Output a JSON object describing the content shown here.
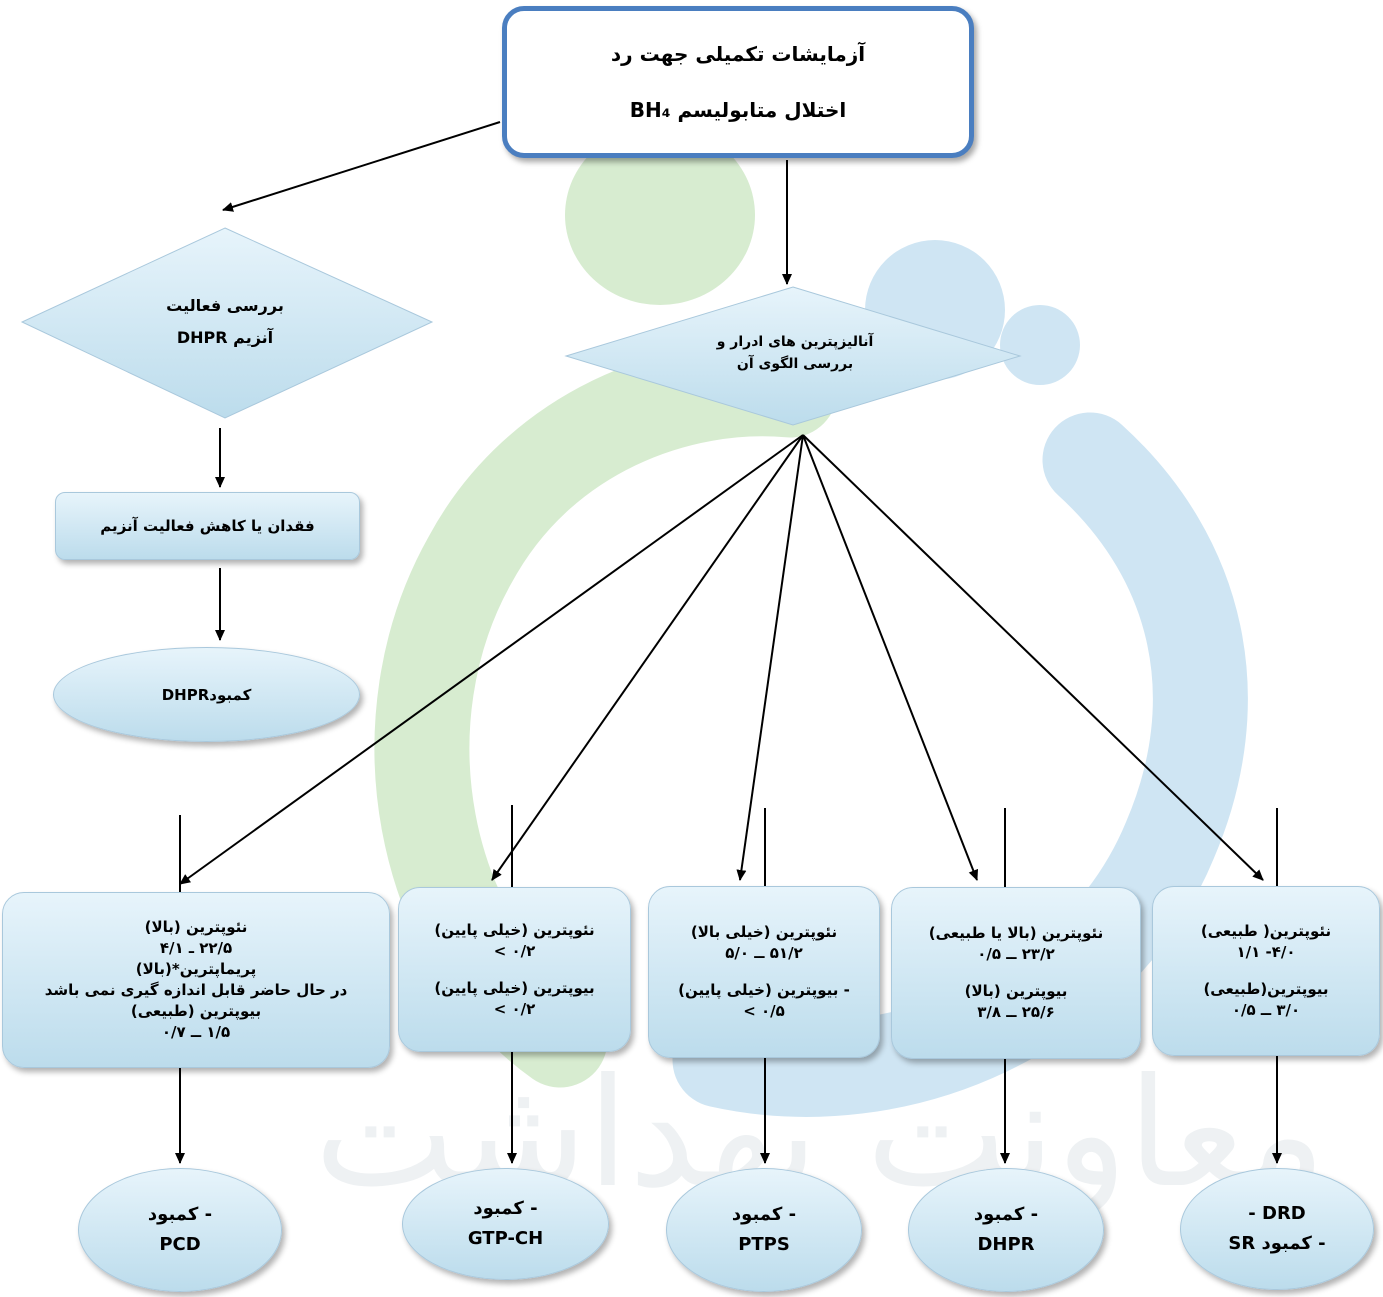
{
  "title": {
    "line1": "آزمایشات تکمیلی جهت رد",
    "line2": "اختلال متابولیسم BH₄"
  },
  "left_branch": {
    "diamond_line1": "بررسی فعالیت",
    "diamond_line2": "آنزیم DHPR",
    "result": "فقدان یا کاهش فعالیت آنزیم",
    "outcome": "کمبودDHPR"
  },
  "center_diamond": {
    "line1": "آنالیزپترین های ادرار و",
    "line2": "بررسی الگوی آن"
  },
  "boxes": [
    {
      "lines": [
        "نئوپترین (بالا)",
        "۲۲/۵ ـ ۴/۱",
        "پریماپترین*(بالا)",
        "در حال حاضر قابل اندازه گیری نمی باشد",
        "بیوپترین (طبیعی)",
        "۱/۵ ــ ۰/۷"
      ]
    },
    {
      "lines": [
        "نئوپترین (خیلی پایین)",
        "۰/۲ >",
        "",
        "بیوپترین (خیلی پایین)",
        "۰/۲ >"
      ]
    },
    {
      "lines": [
        "نئوپترین (خیلی بالا)",
        "۵۱/۲ ــ ۵/۰",
        "",
        "- بیوپترین (خیلی پایین)",
        "۰/۵ >"
      ]
    },
    {
      "lines": [
        "نئوپترین (بالا یا طبیعی)",
        "۲۳/۲ ــ ۰/۵",
        "",
        "بیوپترین (بالا)",
        "۲۵/۶ ــ ۳/۸"
      ]
    },
    {
      "lines": [
        "نئوپترین( طبیعی)",
        "۴/۰- ۱/۱",
        "",
        "بیوپترین(طبیعی)",
        "۳/۰ ــ ۰/۵"
      ]
    }
  ],
  "outcomes": [
    {
      "line1": "- کمبود",
      "line2": "PCD"
    },
    {
      "line1": "- کمبود",
      "line2": "GTP-CH"
    },
    {
      "line1": "- کمبود",
      "line2": "PTPS"
    },
    {
      "line1": "- کمبود",
      "line2": "DHPR"
    },
    {
      "line1": "DRD -",
      "line2": "- کمبود SR"
    }
  ],
  "watermark": "معاونت بهداشت",
  "colors": {
    "node_top": "#e7f4fb",
    "node_bottom": "#bcdcec",
    "title_border": "#4a7ec0",
    "watermark_green": "#7dc06d",
    "watermark_blue": "#5aa9d6"
  }
}
